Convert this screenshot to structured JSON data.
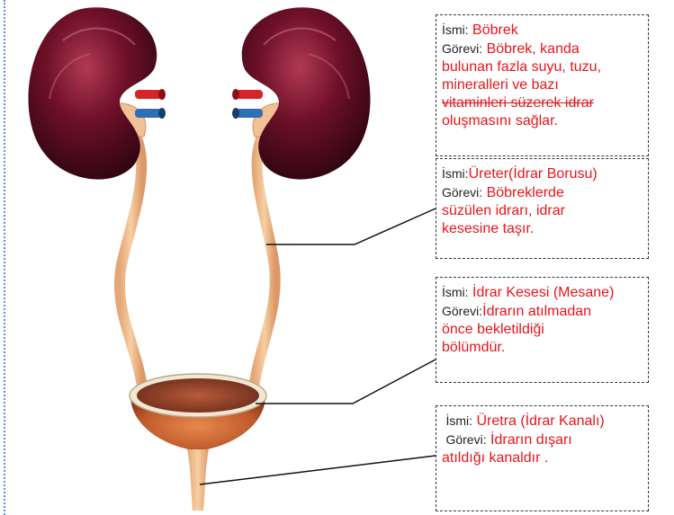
{
  "name_label": "İsmi:",
  "duty_label": "Görevi:",
  "organs": [
    {
      "name": "Böbrek",
      "duty_lines": [
        "Böbrek, kanda",
        "bulunan fazla suyu, tuzu,",
        "mineralleri ve bazı",
        "vitaminleri süzerek idrar",
        "oluşmasını sağlar."
      ]
    },
    {
      "name": "Üreter(İdrar Borusu)",
      "duty_lines": [
        "Böbreklerde",
        " süzülen idrarı, idrar",
        "kesesine taşır."
      ]
    },
    {
      "name": "İdrar Kesesi (Mesane)",
      "duty_lines": [
        "İdrarın atılmadan",
        "önce bekletildiği",
        "bölümdür."
      ]
    },
    {
      "name": "Üretra (İdrar Kanalı)",
      "duty_lines": [
        "İdrarın dışarı",
        "atıldığı kanaldır ."
      ]
    }
  ]
}
